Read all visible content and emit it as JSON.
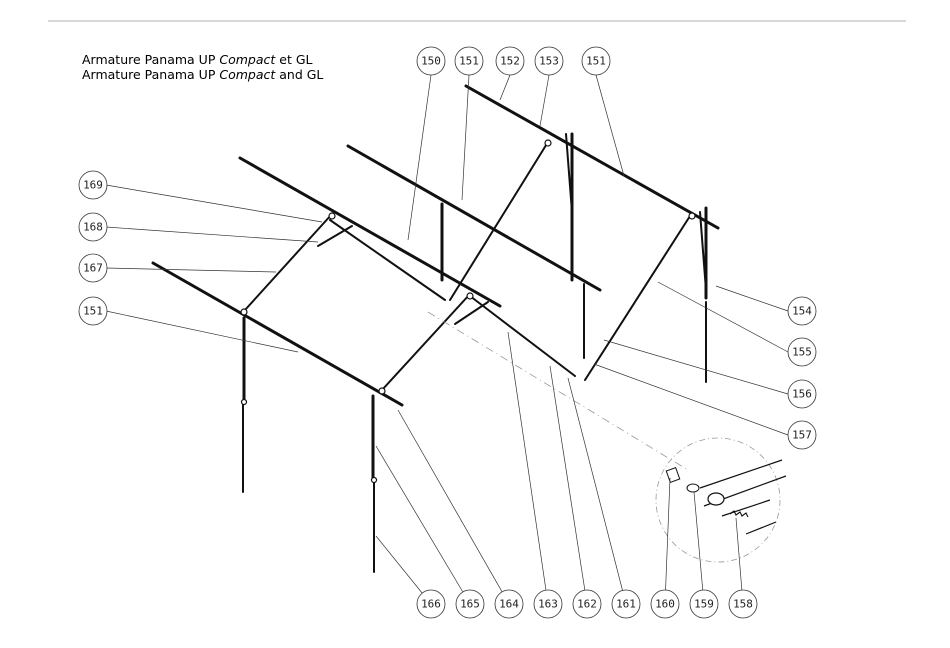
{
  "title": {
    "fr_prefix": "Armature Panama UP ",
    "fr_italic": "Compact",
    "fr_suffix": " et GL",
    "en_prefix": "Armature Panama UP ",
    "en_italic": "Compact",
    "en_suffix": " and GL"
  },
  "callouts": {
    "top": [
      "150",
      "151",
      "152",
      "153",
      "151"
    ],
    "left": [
      "169",
      "168",
      "167",
      "151"
    ],
    "right": [
      "154",
      "155",
      "156",
      "157"
    ],
    "bottom": [
      "166",
      "165",
      "164",
      "163",
      "162",
      "161",
      "160",
      "159",
      "158"
    ]
  }
}
